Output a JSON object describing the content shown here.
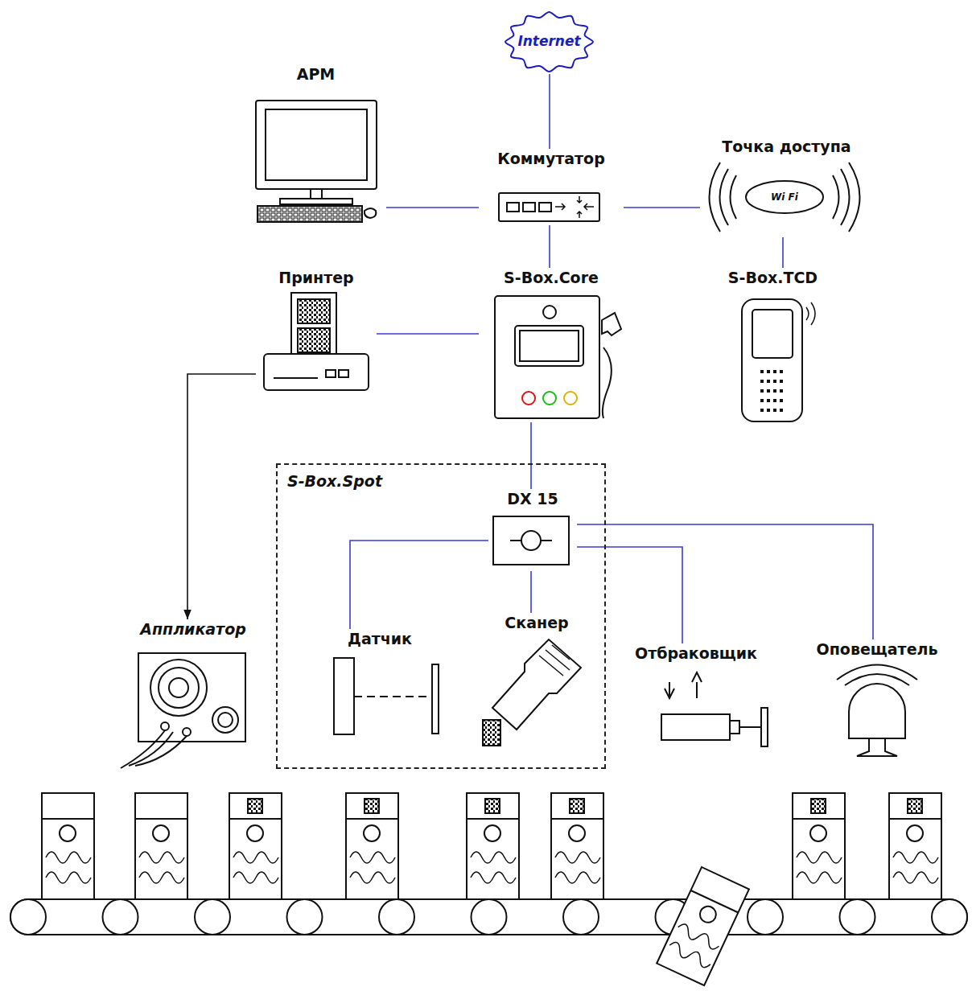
{
  "diagram": {
    "nodes": [
      {
        "text": [
          "Internet"
        ]
      },
      {
        "text": [
          "АРМ"
        ]
      },
      {
        "text": [
          "Коммутатор"
        ]
      },
      {
        "text": [
          "Точка доступа",
          "Wi Fi"
        ]
      },
      {
        "text": [
          "Принтер"
        ]
      },
      {
        "text": [
          "S-Box.Core"
        ]
      },
      {
        "text": [
          "S-Box.TCD"
        ]
      },
      {
        "text": [
          "S-Box.Spot"
        ]
      },
      {
        "text": [
          "DX 15"
        ],
        "in": 7
      },
      {
        "text": [
          "Датчик"
        ],
        "in": 7
      },
      {
        "text": [
          "Сканер"
        ],
        "in": 7
      },
      {
        "text": [
          "Аппликатор"
        ]
      },
      {
        "text": [
          "Отбраковщик"
        ]
      },
      {
        "text": [
          "Оповещатель"
        ]
      }
    ],
    "edges": [
      {
        "from": 0,
        "to": 2,
        "arrow": "none"
      },
      {
        "from": 1,
        "to": 2,
        "arrow": "none"
      },
      {
        "from": 2,
        "to": 3,
        "arrow": "none"
      },
      {
        "from": 2,
        "to": 5,
        "arrow": "none"
      },
      {
        "from": 3,
        "to": 6,
        "arrow": "none"
      },
      {
        "from": 4,
        "to": 5,
        "arrow": "none"
      },
      {
        "from": 5,
        "to": 8,
        "arrow": "none"
      },
      {
        "from": 8,
        "to": 9,
        "arrow": "none"
      },
      {
        "from": 8,
        "to": 10,
        "arrow": "none"
      },
      {
        "from": 8,
        "to": 12,
        "arrow": "none"
      },
      {
        "from": 8,
        "to": 13,
        "arrow": "none"
      },
      {
        "from": 4,
        "to": 11,
        "arrow": "to"
      }
    ]
  }
}
